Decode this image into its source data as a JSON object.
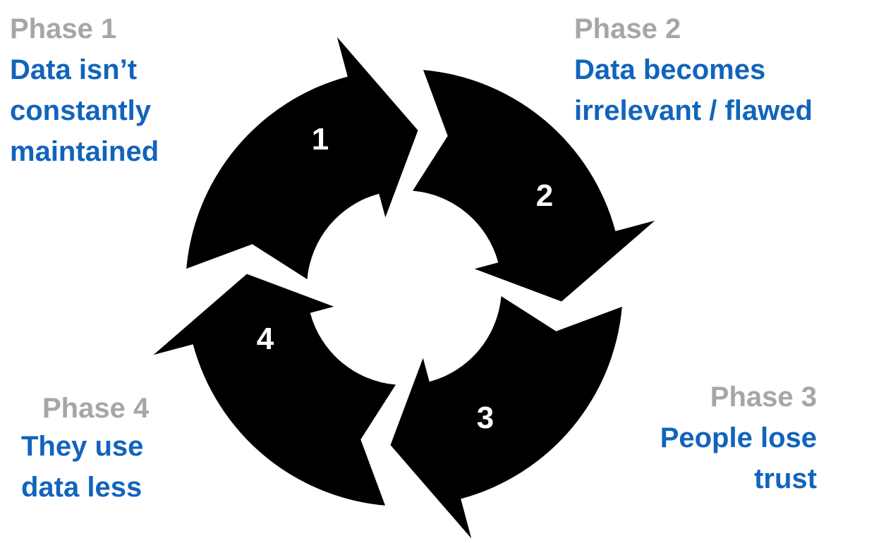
{
  "diagram": {
    "colors": {
      "arrow": "#000000",
      "number": "#ffffff",
      "phase_label": "#a6a6a6",
      "phase_desc": "#1264bb"
    },
    "segments": [
      {
        "number": "1"
      },
      {
        "number": "2"
      },
      {
        "number": "3"
      },
      {
        "number": "4"
      }
    ],
    "phases": [
      {
        "label": "Phase 1",
        "desc": [
          "Data isn’t",
          "constantly",
          "maintained"
        ]
      },
      {
        "label": "Phase 2",
        "desc": [
          "Data becomes",
          "irrelevant / flawed"
        ]
      },
      {
        "label": "Phase 3",
        "desc": [
          "People lose",
          "trust"
        ]
      },
      {
        "label": "Phase 4",
        "desc": [
          "They use",
          "data less"
        ]
      }
    ]
  }
}
